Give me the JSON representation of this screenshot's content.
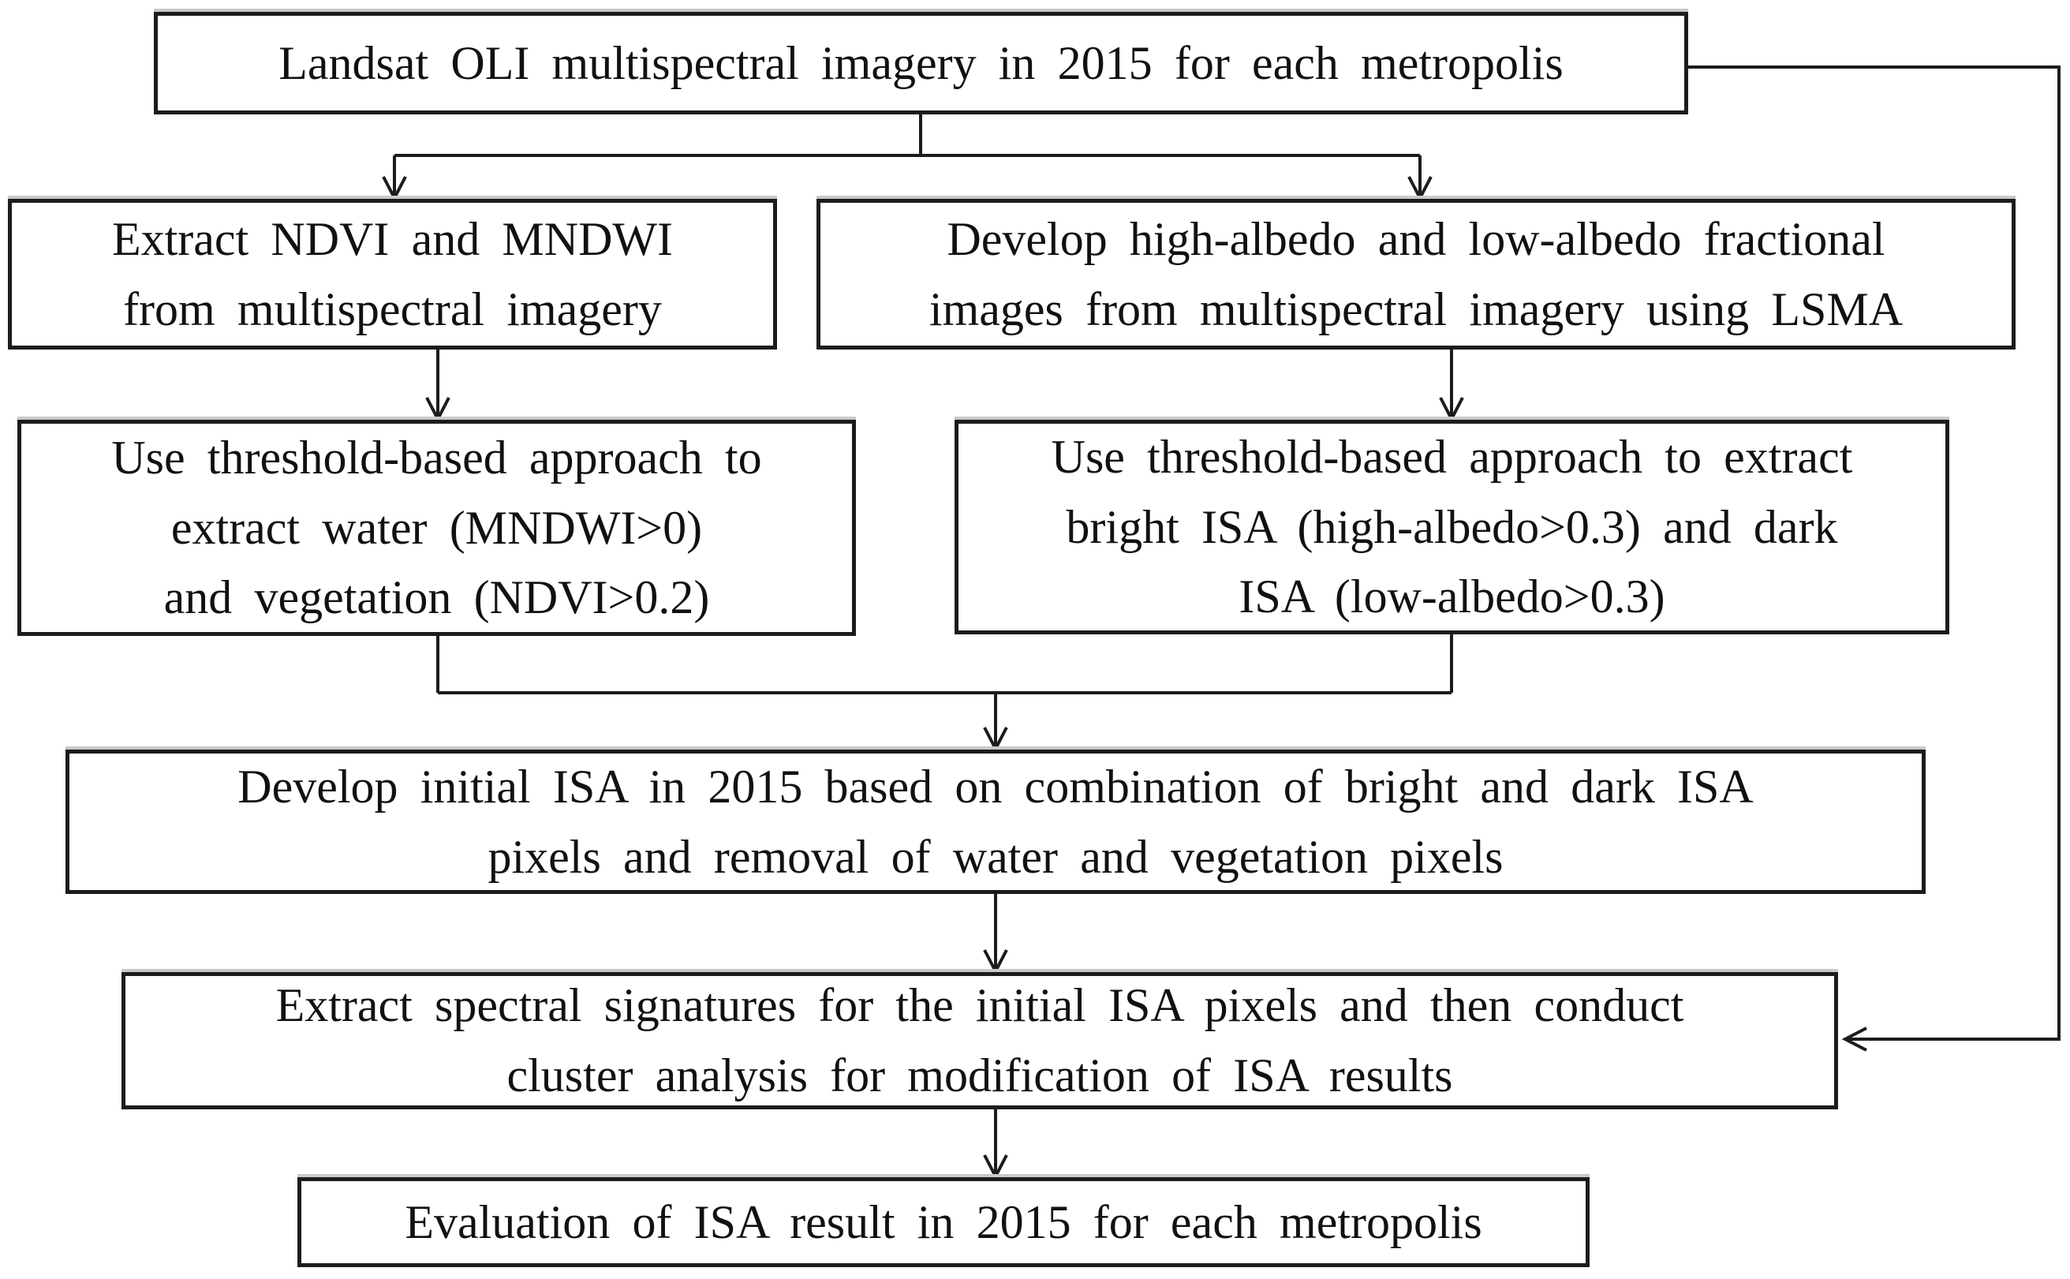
{
  "diagram": {
    "type": "flowchart",
    "colors": {
      "background": "#ffffff",
      "box_border": "#1c1c1c",
      "line": "#1c1c1c",
      "text": "#111111"
    },
    "nodes": {
      "landsat": {
        "id": "landsat-imagery",
        "text": "Landsat OLI multispectral imagery in 2015 for each metropolis"
      },
      "ndvi": {
        "id": "extract-ndvi-mndwi",
        "text": "Extract NDVI and MNDWI\nfrom multispectral imagery"
      },
      "albedo": {
        "id": "develop-albedo-fractions",
        "text": "Develop high-albedo and low-albedo fractional\nimages from multispectral imagery using LSMA"
      },
      "threshold_water_veg": {
        "id": "threshold-water-vegetation",
        "text": "Use threshold-based approach to\nextract water (MNDWI>0)\nand vegetation (NDVI>0.2)"
      },
      "threshold_isa": {
        "id": "threshold-bright-dark-isa",
        "text": "Use threshold-based approach to extract\nbright ISA (high-albedo>0.3) and dark\nISA (low-albedo>0.3)"
      },
      "initial_isa": {
        "id": "develop-initial-isa",
        "text": "Develop initial ISA in 2015 based on combination of bright and dark ISA\npixels and removal of water and vegetation pixels"
      },
      "cluster": {
        "id": "spectral-signatures-cluster",
        "text": "Extract spectral signatures for the initial ISA pixels and then conduct\ncluster analysis for modification of ISA results"
      },
      "evaluation": {
        "id": "evaluation-isa-result",
        "text": "Evaluation of ISA result in 2015 for each metropolis"
      }
    },
    "edges": [
      {
        "from": "landsat-imagery",
        "to": "extract-ndvi-mndwi"
      },
      {
        "from": "landsat-imagery",
        "to": "develop-albedo-fractions"
      },
      {
        "from": "extract-ndvi-mndwi",
        "to": "threshold-water-vegetation"
      },
      {
        "from": "develop-albedo-fractions",
        "to": "threshold-bright-dark-isa"
      },
      {
        "from": "threshold-water-vegetation",
        "to": "develop-initial-isa"
      },
      {
        "from": "threshold-bright-dark-isa",
        "to": "develop-initial-isa"
      },
      {
        "from": "develop-initial-isa",
        "to": "spectral-signatures-cluster"
      },
      {
        "from": "landsat-imagery",
        "to": "spectral-signatures-cluster"
      },
      {
        "from": "spectral-signatures-cluster",
        "to": "evaluation-isa-result"
      }
    ]
  }
}
